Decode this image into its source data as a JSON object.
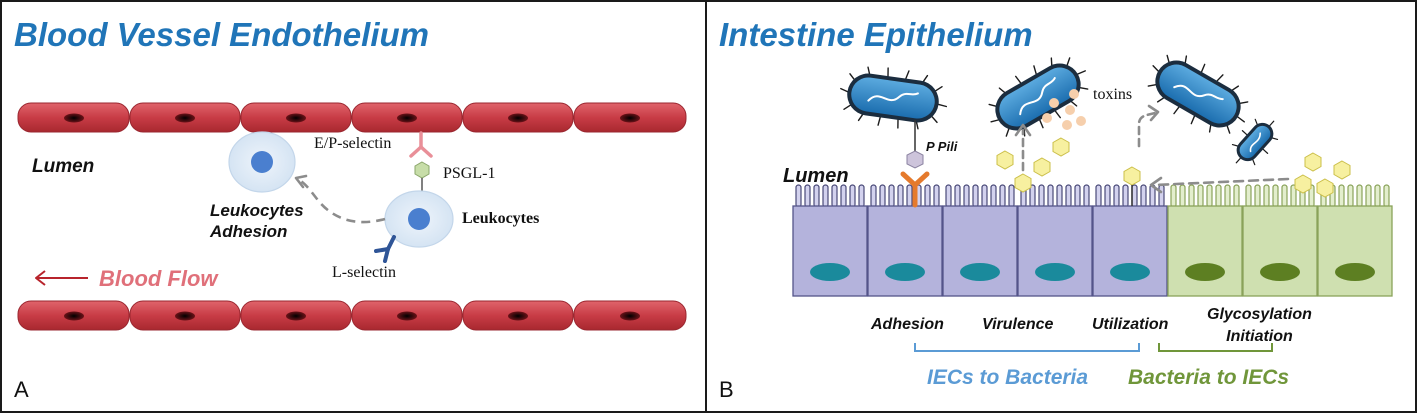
{
  "panel_a": {
    "title": "Blood Vessel Endothelium",
    "panel_label": "A",
    "lumen": "Lumen",
    "selectin_ep": "E/P-selectin",
    "psgl": "PSGL-1",
    "leukocytes": "Leukocytes",
    "adhesion_line1": "Leukocytes",
    "adhesion_line2": "Adhesion",
    "l_selectin": "L-selectin",
    "blood_flow": "Blood Flow"
  },
  "panel_b": {
    "title": "Intestine Epithelium",
    "panel_label": "B",
    "lumen": "Lumen",
    "toxins": "toxins",
    "pili": "P Pili",
    "labels": [
      "Adhesion",
      "Virulence",
      "Utilization"
    ],
    "glyco_line1": "Glycosylation",
    "glyco_line2": "Initiation",
    "group1": "IECs to Bacteria",
    "group2": "Bacteria to IECs"
  },
  "colors": {
    "title_blue": "#2075b8",
    "vessel_red": "#d94a52",
    "flow_red": "#e0707a",
    "iec_purple": "#b4b3dc",
    "iec_green": "#cfe0b0",
    "group1_blue": "#5b9bd5",
    "group2_green": "#70963a"
  }
}
